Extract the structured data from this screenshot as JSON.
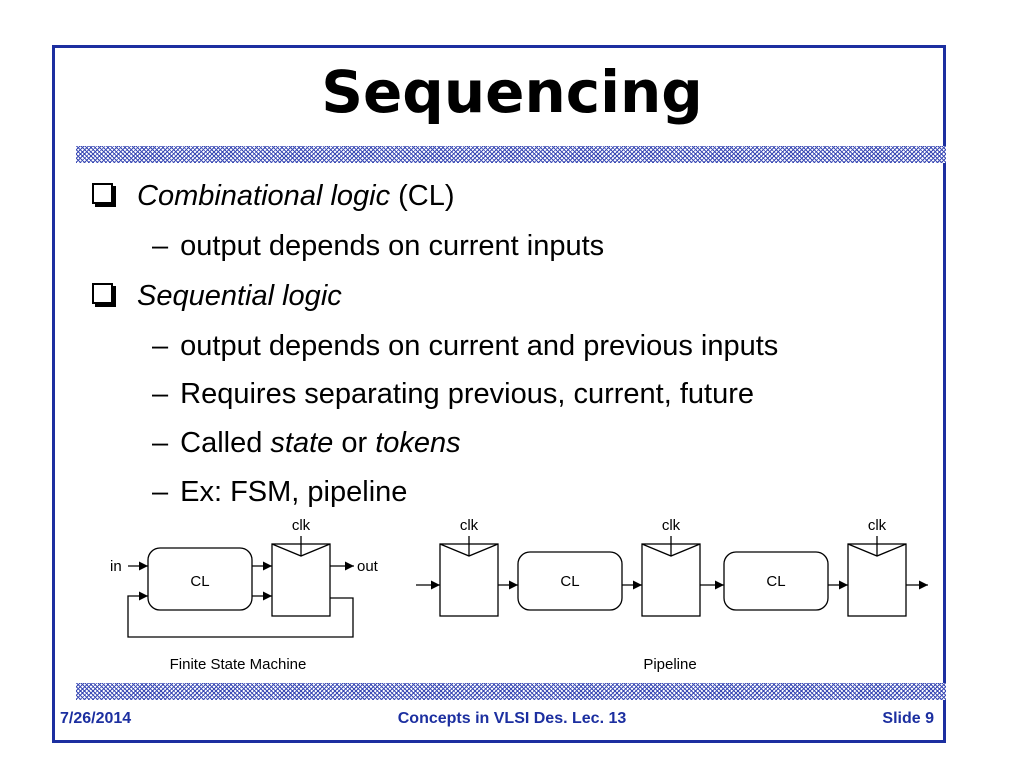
{
  "slide": {
    "title": "Sequencing",
    "bullets": [
      {
        "emphasis": "Combinational logic",
        "rest": " (CL)"
      },
      {
        "emphasis": "Sequential logic",
        "rest": ""
      }
    ],
    "subs": {
      "cl_output": "output depends on current inputs",
      "seq_output": "output depends on current and previous inputs",
      "requires": "Requires separating previous, current, future",
      "called_prefix": "Called ",
      "called_state": "state",
      "called_or": " or ",
      "called_tokens": "tokens",
      "example": "Ex: FSM, pipeline"
    },
    "dash": "–"
  },
  "diagram": {
    "fsm": {
      "in_label": "in",
      "out_label": "out",
      "cl_label": "CL",
      "clk_label": "clk",
      "caption": "Finite State Machine"
    },
    "pipeline": {
      "clk_label": "clk",
      "cl_label": "CL",
      "caption": "Pipeline"
    }
  },
  "footer": {
    "date": "7/26/2014",
    "course": "Concepts in VLSI Des. Lec. 13",
    "slide_number": "Slide 9"
  },
  "colors": {
    "frame": "#1c2fa0",
    "footer_text": "#1c2fa0",
    "hatch": "#3b4bb5"
  }
}
